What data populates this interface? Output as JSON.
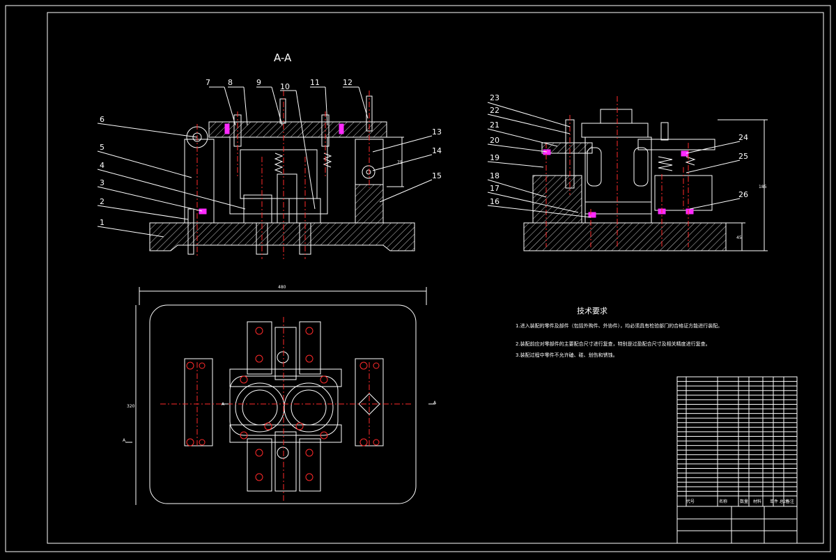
{
  "section_title": "A-A",
  "part_numbers": {
    "left_top": [
      "7",
      "8",
      "9",
      "10",
      "11",
      "12"
    ],
    "left_side": [
      "6",
      "5",
      "4",
      "3",
      "2",
      "1"
    ],
    "left_right": [
      "13",
      "14",
      "15"
    ],
    "right_left": [
      "23",
      "22",
      "21",
      "20",
      "19",
      "18",
      "17",
      "16"
    ],
    "right_right": [
      "24",
      "25",
      "26"
    ]
  },
  "dimensions": {
    "plan_width": "480",
    "plan_height": "320",
    "right_height": "185",
    "right_base": "45",
    "left_height": "75"
  },
  "section_marks": {
    "left_mark": "A",
    "right_mark": "A",
    "inner_mark": "A"
  },
  "tech_requirements": {
    "heading": "技术要求",
    "items": [
      "1.进入装配的零件及部件（包括外购件、外协件），均必须具有检验部门的合格证方能进行装配。",
      "2.装配前应对零部件的主要配合尺寸进行复查，特别是过盈配合尺寸及相关精度进行复查。",
      "3.装配过程中零件不允许磕、碰、划伤和锈蚀。"
    ]
  },
  "title_block": {
    "col_code": "代号",
    "col_name": "名称",
    "col_qty": "数量",
    "col_material": "材料",
    "col_weight": "单件 总计",
    "col_note": "备注"
  }
}
